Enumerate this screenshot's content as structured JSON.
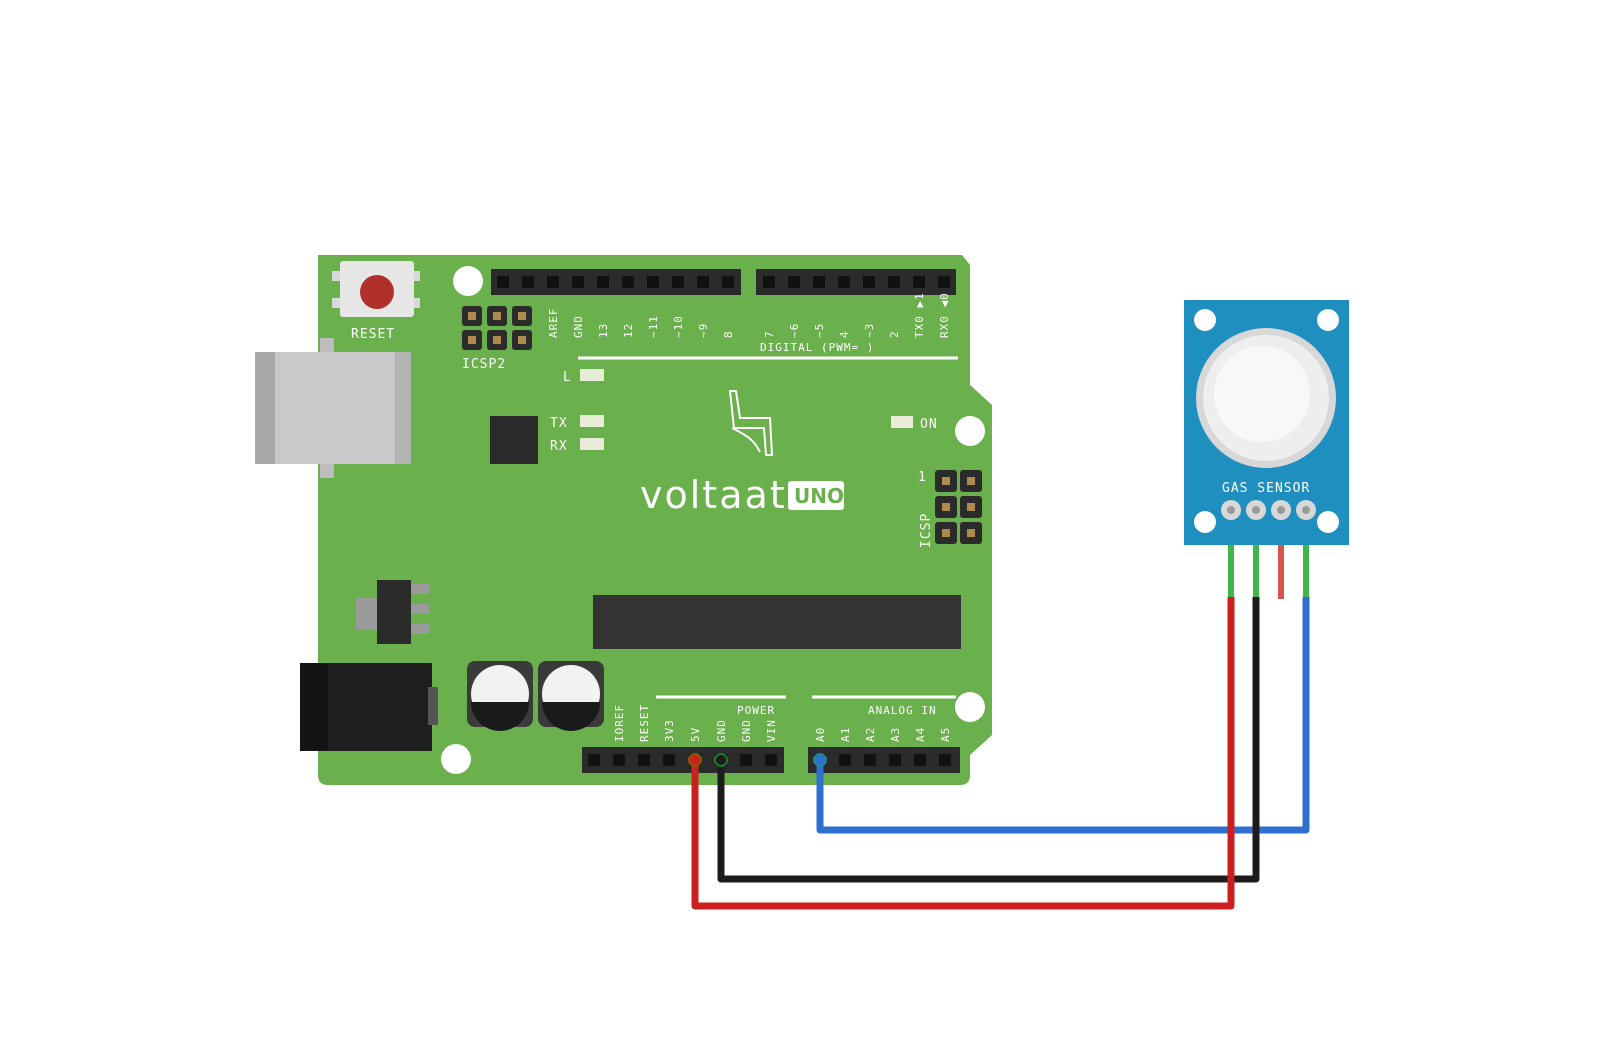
{
  "board": {
    "brand_name": "voltaat",
    "brand_badge": "UNO",
    "reset_label": "RESET",
    "icsp2_label": "ICSP2",
    "icsp_label": "ICSP",
    "icsp_pin1_label": "1",
    "digital_label": "DIGITAL (PWM=   )",
    "power_label": "POWER",
    "analog_label": "ANALOG IN",
    "led_l_label": "L",
    "led_tx_label": "TX",
    "led_rx_label": "RX",
    "led_on_label": "ON",
    "digital_pins": [
      "AREF",
      "GND",
      "13",
      "12",
      "~11",
      "~10",
      "~9",
      "8",
      "7",
      "~6",
      "~5",
      "4",
      "~3",
      "2",
      "TX0 ▶1",
      "RX0 ◀0"
    ],
    "power_pins": [
      "IOREF",
      "RESET",
      "3V3",
      "5V",
      "GND",
      "GND",
      "VIN"
    ],
    "analog_pins": [
      "A0",
      "A1",
      "A2",
      "A3",
      "A4",
      "A5"
    ]
  },
  "sensor": {
    "label": "GAS SENSOR"
  },
  "wires": [
    {
      "from": "5V",
      "to": "sensor-pin-1",
      "color": "#cc1f1f"
    },
    {
      "from": "GND",
      "to": "sensor-pin-2",
      "color": "#1c1c1c"
    },
    {
      "from": "A0",
      "to": "sensor-pin-4",
      "color": "#2f6fd0"
    }
  ],
  "colors": {
    "board": "#6ab04c",
    "sensor": "#1f8fc0",
    "header": "#2b2b2b"
  }
}
